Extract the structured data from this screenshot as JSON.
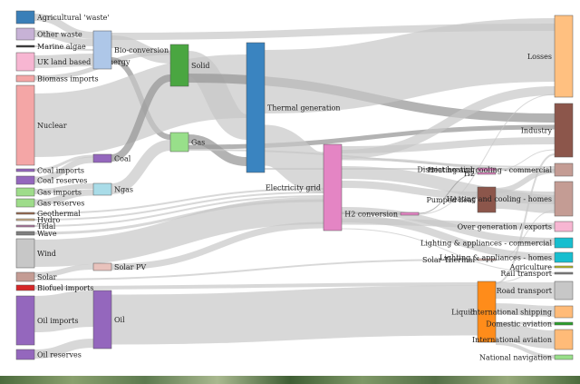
{
  "diagram": {
    "type": "sankey",
    "title": "",
    "link_color": "#c8c8c8",
    "highlight_link_color": "#9a9a9a",
    "nodes": [
      {
        "id": "agri",
        "label": "Agricultural 'waste'",
        "color": "#3a7fb8"
      },
      {
        "id": "otherwaste",
        "label": "Other waste",
        "color": "#c7b2d6"
      },
      {
        "id": "marine",
        "label": "Marine algae",
        "color": "#333333"
      },
      {
        "id": "ukland",
        "label": "UK land based bioenergy",
        "color": "#f7b6d2"
      },
      {
        "id": "bioimp",
        "label": "Biomass imports",
        "color": "#f4a6a6"
      },
      {
        "id": "nuclear",
        "label": "Nuclear",
        "color": "#f4a6a6"
      },
      {
        "id": "coalimp",
        "label": "Coal imports",
        "color": "#9467bd"
      },
      {
        "id": "coalres",
        "label": "Coal reserves",
        "color": "#9467bd"
      },
      {
        "id": "gasimp",
        "label": "Gas imports",
        "color": "#9edc8a"
      },
      {
        "id": "gasres",
        "label": "Gas reserves",
        "color": "#9edc8a"
      },
      {
        "id": "geo",
        "label": "Geothermal",
        "color": "#9c6b4e"
      },
      {
        "id": "hydro",
        "label": "Hydro",
        "color": "#d2b48c"
      },
      {
        "id": "tidal",
        "label": "Tidal",
        "color": "#b07aa1"
      },
      {
        "id": "wave",
        "label": "Wave",
        "color": "#7f7f7f"
      },
      {
        "id": "wind",
        "label": "Wind",
        "color": "#c7c7c7"
      },
      {
        "id": "solar",
        "label": "Solar",
        "color": "#c49c94"
      },
      {
        "id": "biofimp",
        "label": "Biofuel imports",
        "color": "#d62728"
      },
      {
        "id": "oilimp",
        "label": "Oil imports",
        "color": "#9467bd"
      },
      {
        "id": "oilres",
        "label": "Oil reserves",
        "color": "#9467bd"
      },
      {
        "id": "bioconv",
        "label": "Bio-conversion",
        "color": "#aec7e8"
      },
      {
        "id": "coal",
        "label": "Coal",
        "color": "#9467bd"
      },
      {
        "id": "ngas",
        "label": "Ngas",
        "color": "#a9dce8"
      },
      {
        "id": "solarpv",
        "label": "Solar PV",
        "color": "#e8c2bc"
      },
      {
        "id": "oil",
        "label": "Oil",
        "color": "#9467bd"
      },
      {
        "id": "solid",
        "label": "Solid",
        "color": "#4aa641"
      },
      {
        "id": "gas",
        "label": "Gas",
        "color": "#98df8a"
      },
      {
        "id": "thermal",
        "label": "Thermal generation",
        "color": "#3a84c0"
      },
      {
        "id": "grid",
        "label": "Electricity grid",
        "color": "#e485c4"
      },
      {
        "id": "h2conv",
        "label": "H2 conversion",
        "color": "#e485c4"
      },
      {
        "id": "district",
        "label": "District heating",
        "color": "#e485c4"
      },
      {
        "id": "h2",
        "label": "H2",
        "color": "#e485c4"
      },
      {
        "id": "pumped",
        "label": "Pumped heat",
        "color": "#8c564b"
      },
      {
        "id": "solarth",
        "label": "Solar Thermal",
        "color": "#e8c2bc"
      },
      {
        "id": "liquid",
        "label": "Liquid",
        "color": "#ff8c1a"
      },
      {
        "id": "losses",
        "label": "Losses",
        "color": "#ffc080"
      },
      {
        "id": "industry",
        "label": "Industry",
        "color": "#8c564b"
      },
      {
        "id": "hccomm",
        "label": "Heating and cooling - commercial",
        "color": "#c49c94"
      },
      {
        "id": "hchomes",
        "label": "Heating and cooling - homes",
        "color": "#c49c94"
      },
      {
        "id": "overgen",
        "label": "Over generation / exports",
        "color": "#f7b6d2"
      },
      {
        "id": "lacomm",
        "label": "Lighting & appliances - commercial",
        "color": "#17becf"
      },
      {
        "id": "lahomes",
        "label": "Lighting & appliances - homes",
        "color": "#17becf"
      },
      {
        "id": "agriculture",
        "label": "Agriculture",
        "color": "#bcbd22"
      },
      {
        "id": "rail",
        "label": "Rail transport",
        "color": "#7f7f7f"
      },
      {
        "id": "road",
        "label": "Road transport",
        "color": "#c7c7c7"
      },
      {
        "id": "intship",
        "label": "International shipping",
        "color": "#ffbb78"
      },
      {
        "id": "domav",
        "label": "Domestic aviation",
        "color": "#2ca02c"
      },
      {
        "id": "intav",
        "label": "International aviation",
        "color": "#ffbb78"
      },
      {
        "id": "natnav",
        "label": "National navigation",
        "color": "#98df8a"
      }
    ],
    "links": [
      {
        "source": "agri",
        "target": "bioconv"
      },
      {
        "source": "otherwaste",
        "target": "bioconv"
      },
      {
        "source": "marine",
        "target": "bioconv"
      },
      {
        "source": "ukland",
        "target": "bioconv"
      },
      {
        "source": "bioimp",
        "target": "solid"
      },
      {
        "source": "bioconv",
        "target": "solid"
      },
      {
        "source": "bioconv",
        "target": "gas"
      },
      {
        "source": "bioconv",
        "target": "losses"
      },
      {
        "source": "nuclear",
        "target": "thermal"
      },
      {
        "source": "coalimp",
        "target": "coal"
      },
      {
        "source": "coalres",
        "target": "coal"
      },
      {
        "source": "coal",
        "target": "solid"
      },
      {
        "source": "gasimp",
        "target": "ngas"
      },
      {
        "source": "gasres",
        "target": "ngas"
      },
      {
        "source": "ngas",
        "target": "gas"
      },
      {
        "source": "solid",
        "target": "thermal"
      },
      {
        "source": "solid",
        "target": "industry"
      },
      {
        "source": "gas",
        "target": "thermal"
      },
      {
        "source": "gas",
        "target": "industry"
      },
      {
        "source": "gas",
        "target": "hccomm"
      },
      {
        "source": "thermal",
        "target": "losses"
      },
      {
        "source": "thermal",
        "target": "grid"
      },
      {
        "source": "thermal",
        "target": "district"
      },
      {
        "source": "geo",
        "target": "grid"
      },
      {
        "source": "hydro",
        "target": "grid"
      },
      {
        "source": "tidal",
        "target": "grid"
      },
      {
        "source": "wave",
        "target": "grid"
      },
      {
        "source": "wind",
        "target": "grid"
      },
      {
        "source": "solar",
        "target": "solarpv"
      },
      {
        "source": "solar",
        "target": "solarth"
      },
      {
        "source": "solarpv",
        "target": "grid"
      },
      {
        "source": "grid",
        "target": "industry"
      },
      {
        "source": "grid",
        "target": "hchomes"
      },
      {
        "source": "grid",
        "target": "hccomm"
      },
      {
        "source": "grid",
        "target": "pumped"
      },
      {
        "source": "grid",
        "target": "h2conv"
      },
      {
        "source": "grid",
        "target": "overgen"
      },
      {
        "source": "grid",
        "target": "lacomm"
      },
      {
        "source": "grid",
        "target": "lahomes"
      },
      {
        "source": "grid",
        "target": "losses"
      },
      {
        "source": "grid",
        "target": "rail"
      },
      {
        "source": "h2conv",
        "target": "h2"
      },
      {
        "source": "h2conv",
        "target": "losses"
      },
      {
        "source": "pumped",
        "target": "hchomes"
      },
      {
        "source": "pumped",
        "target": "hccomm"
      },
      {
        "source": "district",
        "target": "hccomm"
      },
      {
        "source": "district",
        "target": "industry"
      },
      {
        "source": "solarth",
        "target": "hchomes"
      },
      {
        "source": "biofimp",
        "target": "liquid"
      },
      {
        "source": "oilimp",
        "target": "oil"
      },
      {
        "source": "oilres",
        "target": "oil"
      },
      {
        "source": "oil",
        "target": "liquid"
      },
      {
        "source": "liquid",
        "target": "road"
      },
      {
        "source": "liquid",
        "target": "intship"
      },
      {
        "source": "liquid",
        "target": "domav"
      },
      {
        "source": "liquid",
        "target": "intav"
      },
      {
        "source": "liquid",
        "target": "natnav"
      },
      {
        "source": "liquid",
        "target": "industry"
      },
      {
        "source": "liquid",
        "target": "agriculture"
      }
    ]
  }
}
